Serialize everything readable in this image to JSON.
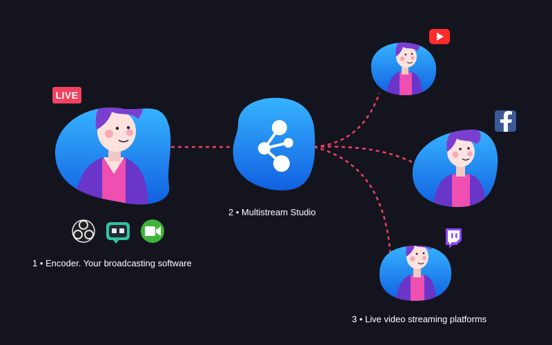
{
  "badge": {
    "live_label": "LIVE"
  },
  "steps": {
    "encoder": "1 • Encoder. Your broadcasting software",
    "studio": "2 • Multistream Studio",
    "platforms": "3 • Live video streaming platforms"
  },
  "encoder_icons": [
    "obs-icon",
    "streamlabs-icon",
    "facetime-icon"
  ],
  "platform_icons": [
    "youtube-icon",
    "facebook-icon",
    "twitch-icon"
  ],
  "colors": {
    "background": "#14141f",
    "blob_gradient_top": "#36b3ff",
    "blob_gradient_bottom": "#1160e0",
    "connector": "#f0435f",
    "hair": "#7b3fd0",
    "jacket": "#6a35c9",
    "shirt": "#ee4fb0",
    "skin": "#fde2dd",
    "youtube": "#ff2b2b",
    "facebook": "#3b5998",
    "twitch": "#9146ff"
  }
}
